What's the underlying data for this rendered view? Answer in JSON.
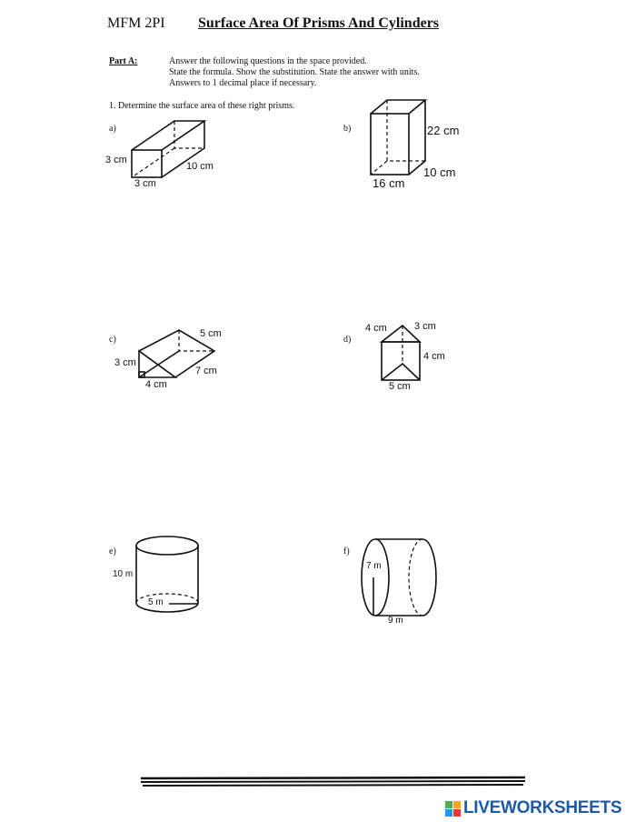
{
  "header": {
    "course": "MFM 2PI",
    "title": "Surface Area Of Prisms And Cylinders"
  },
  "part": {
    "label": "Part A:",
    "instructions": [
      "Answer the following questions in the space provided.",
      "State the formula.  Show the substitution.  State the answer with units.",
      "Answers to 1 decimal place if necessary."
    ]
  },
  "question": "1.  Determine the surface area of these right prisms.",
  "figures": {
    "a": {
      "label": "a)",
      "dims": [
        "3 cm",
        "3 cm",
        "10 cm"
      ]
    },
    "b": {
      "label": "b)",
      "dims": [
        "22 cm",
        "10 cm",
        "16 cm"
      ]
    },
    "c": {
      "label": "c)",
      "dims": [
        "5 cm",
        "3 cm",
        "7 cm",
        "4 cm"
      ]
    },
    "d": {
      "label": "d)",
      "dims": [
        "4 cm",
        "3 cm",
        "4 cm",
        "5 cm"
      ]
    },
    "e": {
      "label": "e)",
      "dims": [
        "10 m",
        "5 m"
      ]
    },
    "f": {
      "label": "f)",
      "dims": [
        "7 m",
        "9 m"
      ]
    }
  },
  "logo": {
    "text": "LIVEWORKSHEETS",
    "colors": [
      "#4caf50",
      "#f5a623",
      "#2196f3",
      "#e53935"
    ]
  }
}
